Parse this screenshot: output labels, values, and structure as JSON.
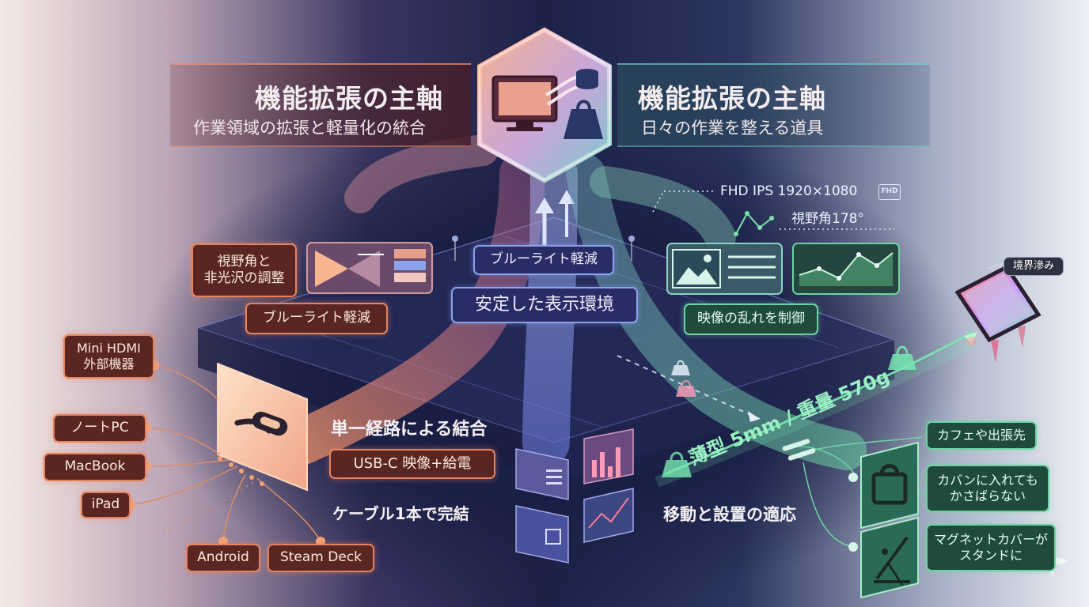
{
  "header_left": {
    "title": "機能拡張の主軸",
    "subtitle": "作業領域の拡張と軽量化の統合"
  },
  "header_right": {
    "title": "機能拡張の主軸",
    "subtitle": "日々の作業を整える道具"
  },
  "left_panel": {
    "viewing_angle": "視野角と\n非光沢の調整",
    "blue_light": "ブルーライト軽減"
  },
  "center_panel": {
    "blue_light": "ブルーライト軽減",
    "stable_display": "安定した表示環境"
  },
  "right_panel": {
    "spec_resolution": "FHD IPS 1920×1080",
    "spec_badge": "FHD",
    "spec_angle": "視野角178°",
    "signal_control": "映像の乱れを制御"
  },
  "devices": {
    "mini_hdmi": "Mini HDMI\n外部機器",
    "note_pc": "ノートPC",
    "macbook": "MacBook",
    "ipad": "iPad",
    "android": "Android",
    "steam_deck": "Steam Deck"
  },
  "connection": {
    "single_path": "単一経路による結合",
    "usbc": "USB-C 映像+給電",
    "one_cable": "ケーブル1本で完結"
  },
  "portability": {
    "slim_weight": "薄型 5mm / 重量 570g",
    "mobility": "移動と設置の適応",
    "boundary_blur": "境界滲み",
    "cafe": "カフェや出張先",
    "bag": "カバンに入れても\nかさばらない",
    "magnet_cover": "マグネットカバーが\nスタンドに"
  },
  "colors": {
    "accent_red": "#e4835f",
    "accent_blue": "#8aa3ea",
    "accent_green": "#6ed3a4"
  }
}
